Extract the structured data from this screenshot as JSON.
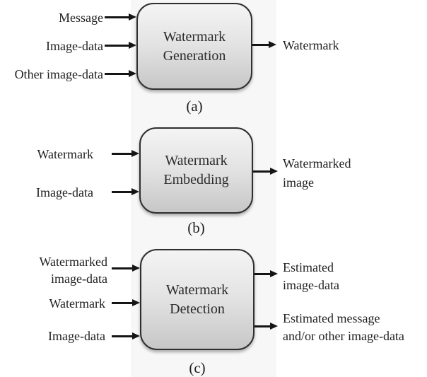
{
  "colors": {
    "bg": "#ffffff",
    "band": "#f7f7f7",
    "ink": "#151515",
    "box-border": "#2f2f2f",
    "box-top": "#f4f4f4",
    "box-mid": "#e3e3e3",
    "box-bottom": "#c7c7c7"
  },
  "a": {
    "caption": "(a)",
    "box": [
      "Watermark",
      "Generation"
    ],
    "in1": "Message",
    "in2": "Image-data",
    "in3": "Other image-data",
    "out1": "Watermark"
  },
  "b": {
    "caption": "(b)",
    "box": [
      "Watermark",
      "Embedding"
    ],
    "in1": "Watermark",
    "in2": "Image-data",
    "out1a": "Watermarked",
    "out1b": "image"
  },
  "c": {
    "caption": "(c)",
    "box": [
      "Watermark",
      "Detection"
    ],
    "in1a": "Watermarked",
    "in1b": "image-data",
    "in2": "Watermark",
    "in3": "Image-data",
    "out1a": "Estimated",
    "out1b": "image-data",
    "out2a": "Estimated message",
    "out2b": "and/or other image-data"
  }
}
